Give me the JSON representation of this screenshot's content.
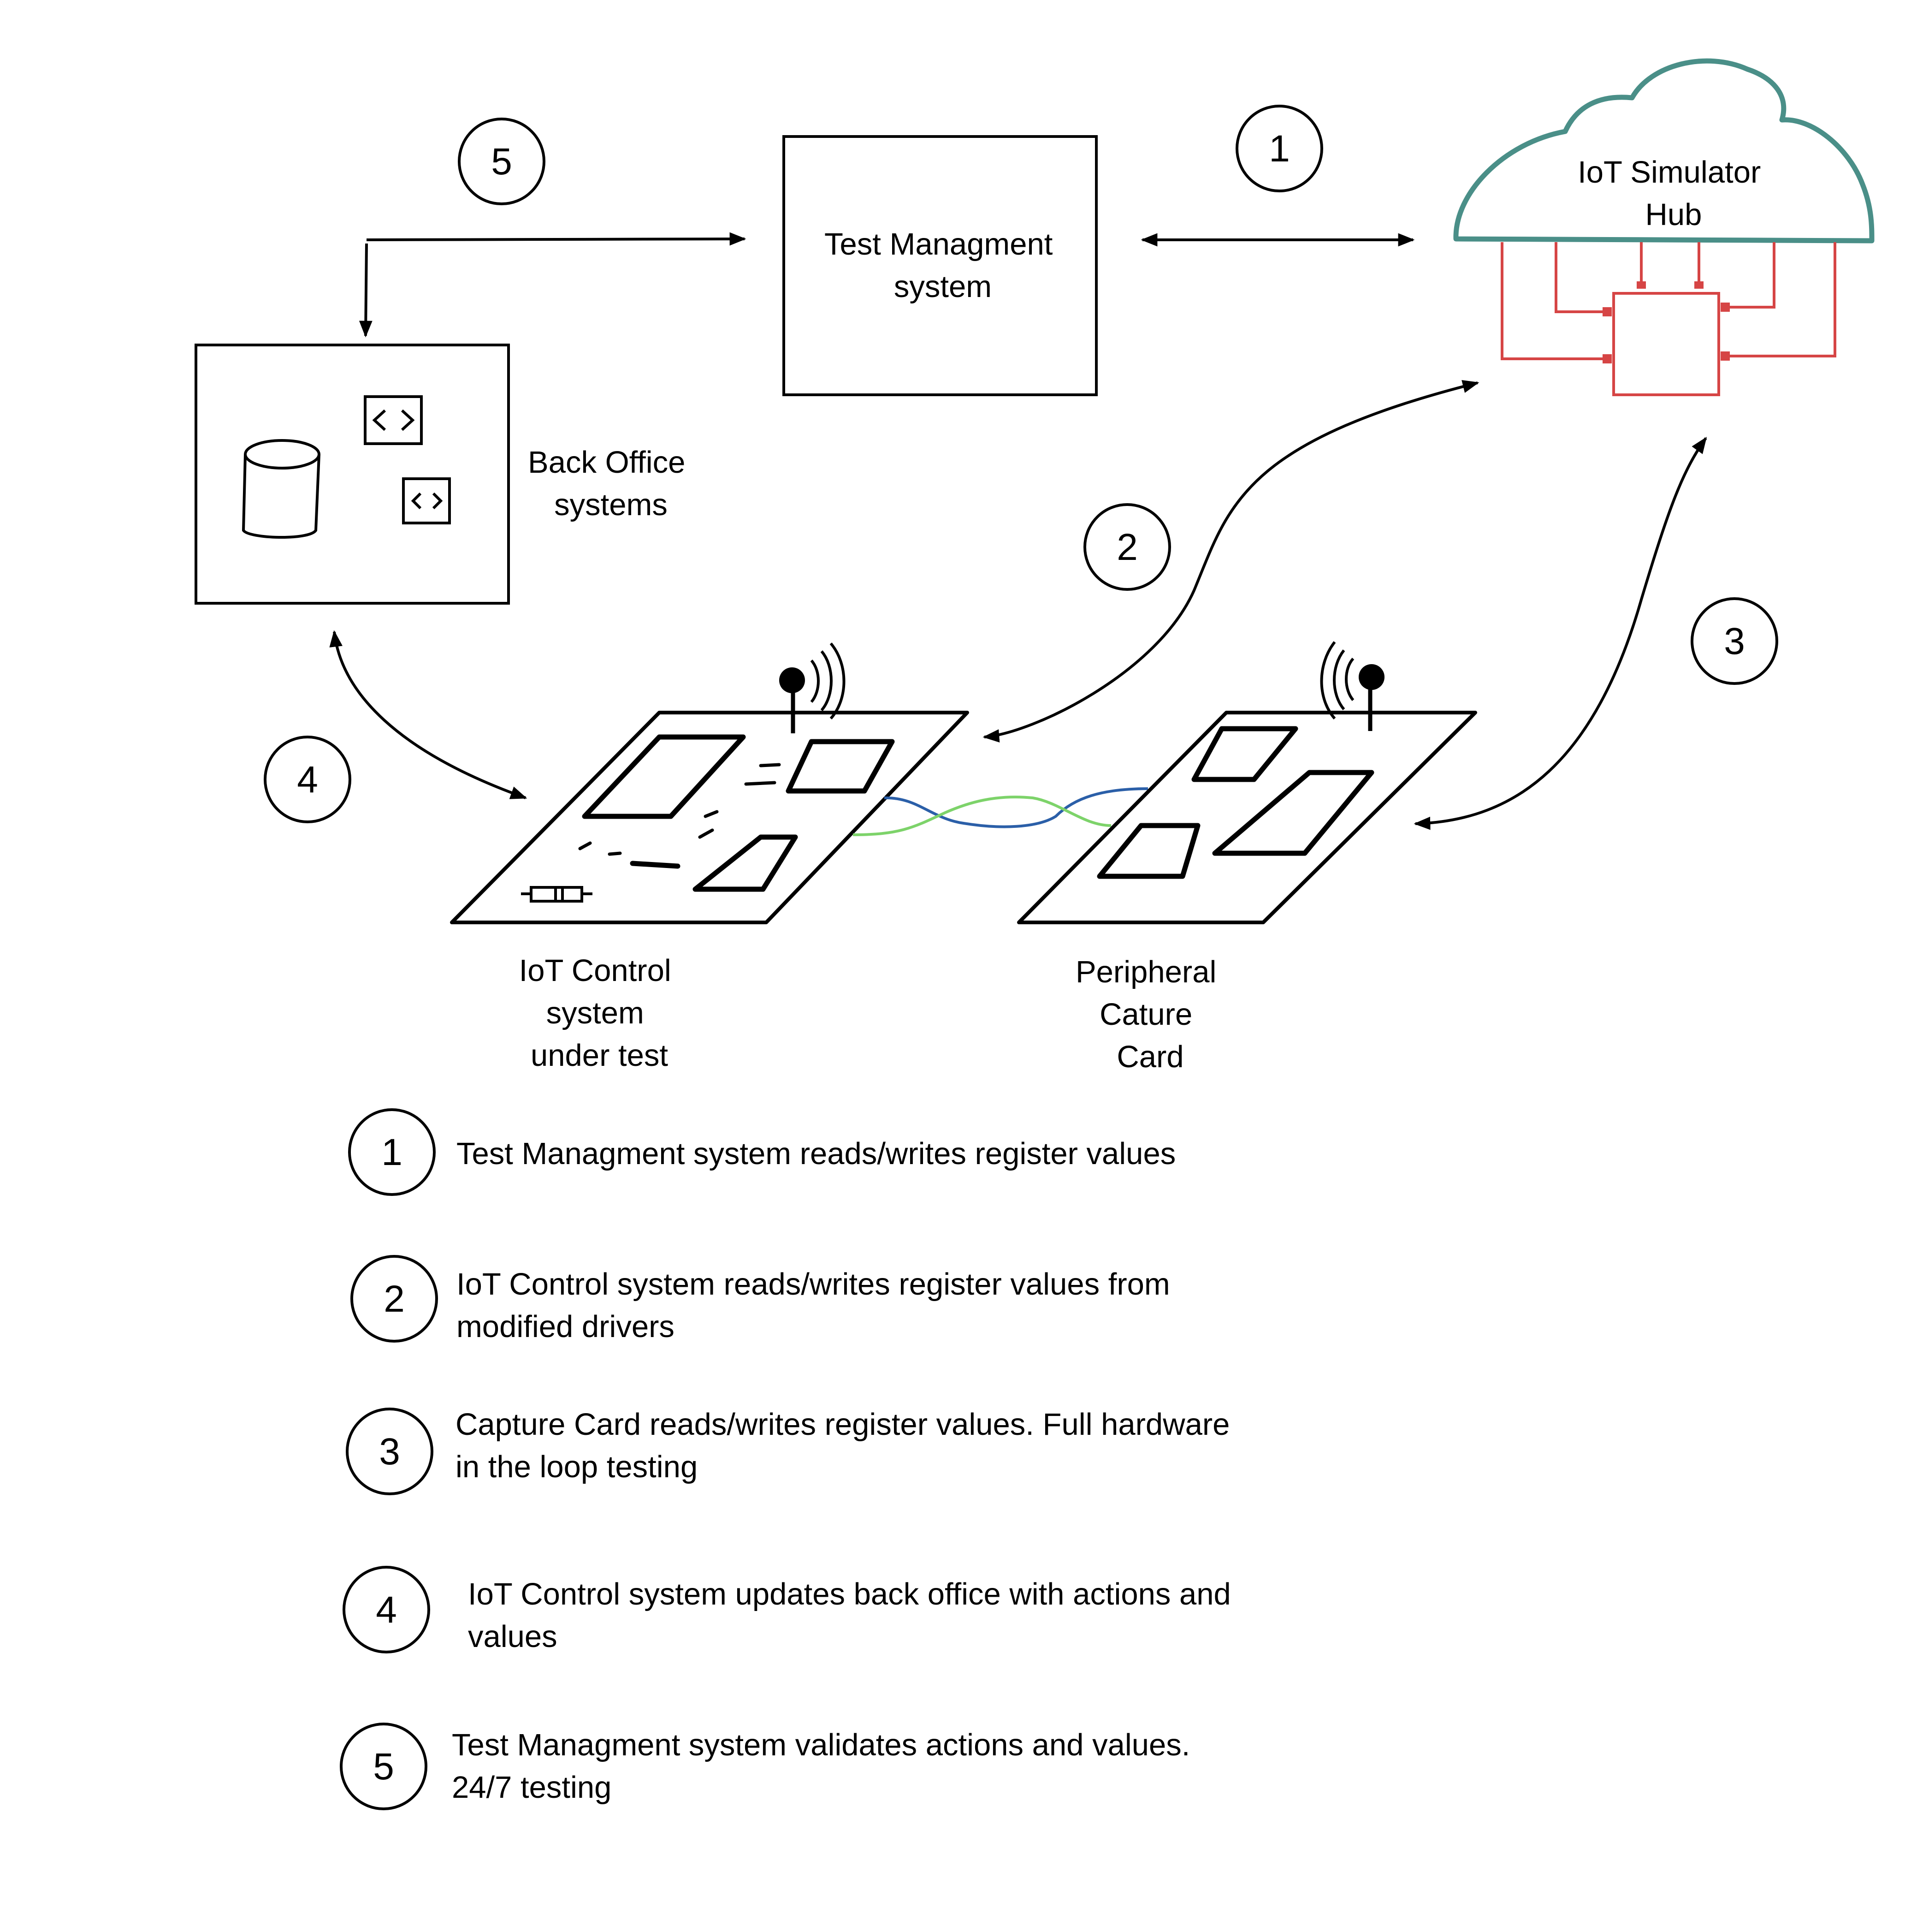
{
  "nodes": {
    "test_management": [
      "Test Managment",
      "system"
    ],
    "iot_simulator_hub": [
      "IoT Simulator",
      "Hub"
    ],
    "back_office": [
      "Back Office",
      "systems"
    ],
    "iot_control": [
      "IoT Control",
      "system",
      "under test"
    ],
    "peripheral_card": [
      "Peripheral",
      "Cature",
      "Card"
    ]
  },
  "markers": [
    "1",
    "2",
    "3",
    "4",
    "5"
  ],
  "legend": [
    {
      "number": "1",
      "lines": [
        "Test Managment system reads/writes register values"
      ]
    },
    {
      "number": "2",
      "lines": [
        "IoT Control system reads/writes register values from",
        "modified drivers"
      ]
    },
    {
      "number": "3",
      "lines": [
        "Capture Card reads/writes register values. Full hardware",
        "in the loop testing"
      ]
    },
    {
      "number": "4",
      "lines": [
        "IoT Control system updates back office with actions and",
        "values"
      ]
    },
    {
      "number": "5",
      "lines": [
        "Test Managment system validates actions and values.",
        "24/7 testing"
      ]
    }
  ],
  "colors": {
    "stroke": "#000000",
    "cloud": "#4a8f88",
    "hub_circuit": "#d64545",
    "wire_blue": "#2b5fa8",
    "wire_green": "#7dd36a"
  }
}
